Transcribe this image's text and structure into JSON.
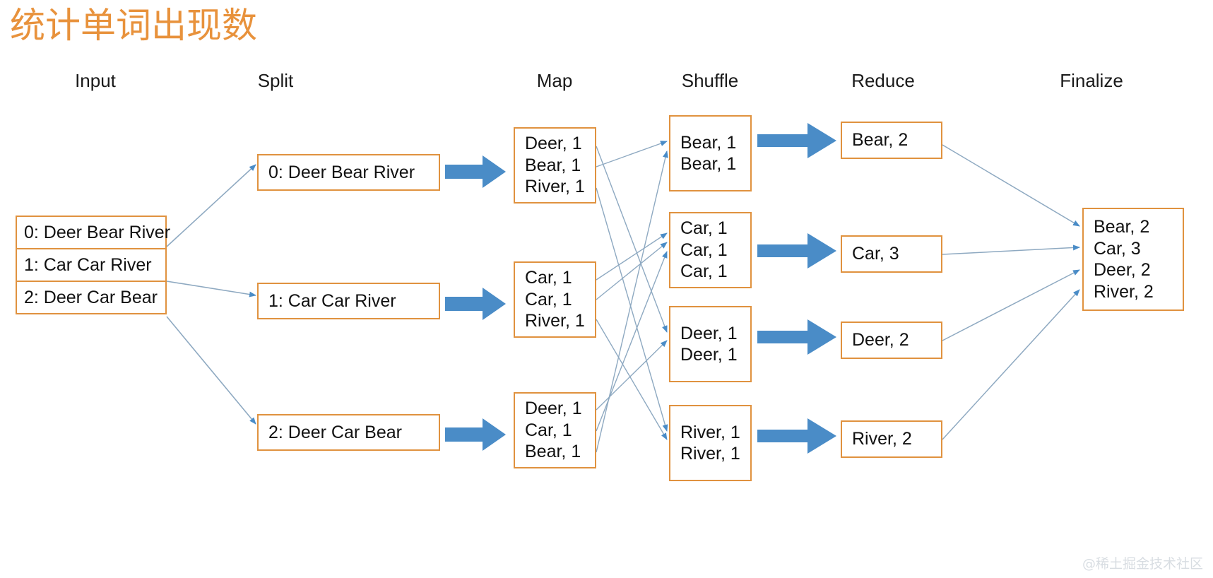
{
  "title": "统计单词出现数",
  "watermark": "@稀土掘金技术社区",
  "colors": {
    "title": "#E8923C",
    "box_border": "#E0923F",
    "thick_arrow": "#4A8CC7",
    "thin_line": "#8EA9C1",
    "arrow_head": "#4A8CC7",
    "background": "#FFFFFF",
    "watermark": "#D8DDE2"
  },
  "stages": [
    {
      "id": "input",
      "label": "Input"
    },
    {
      "id": "split",
      "label": "Split"
    },
    {
      "id": "map",
      "label": "Map"
    },
    {
      "id": "shuffle",
      "label": "Shuffle"
    },
    {
      "id": "reduce",
      "label": "Reduce"
    },
    {
      "id": "finalize",
      "label": "Finalize"
    }
  ],
  "input": {
    "rows": [
      "0: Deer Bear River",
      "1: Car Car River",
      "2: Deer Car Bear"
    ]
  },
  "split": {
    "boxes": [
      {
        "text": "0: Deer Bear River"
      },
      {
        "text": "1: Car Car River"
      },
      {
        "text": "2: Deer Car Bear"
      }
    ]
  },
  "map": {
    "boxes": [
      {
        "lines": [
          "Deer, 1",
          "Bear, 1",
          "River, 1"
        ]
      },
      {
        "lines": [
          "Car, 1",
          "Car, 1",
          "River, 1"
        ]
      },
      {
        "lines": [
          "Deer, 1",
          "Car, 1",
          "Bear, 1"
        ]
      }
    ]
  },
  "shuffle": {
    "boxes": [
      {
        "lines": [
          "Bear, 1",
          "Bear, 1"
        ]
      },
      {
        "lines": [
          "Car, 1",
          "Car, 1",
          "Car, 1"
        ]
      },
      {
        "lines": [
          "Deer, 1",
          "Deer, 1"
        ]
      },
      {
        "lines": [
          "River, 1",
          "River, 1"
        ]
      }
    ]
  },
  "reduce": {
    "boxes": [
      {
        "text": "Bear, 2"
      },
      {
        "text": "Car, 3"
      },
      {
        "text": "Deer, 2"
      },
      {
        "text": "River, 2"
      }
    ]
  },
  "finalize": {
    "lines": [
      "Bear, 2",
      "Car, 3",
      "Deer, 2",
      "River, 2"
    ]
  }
}
